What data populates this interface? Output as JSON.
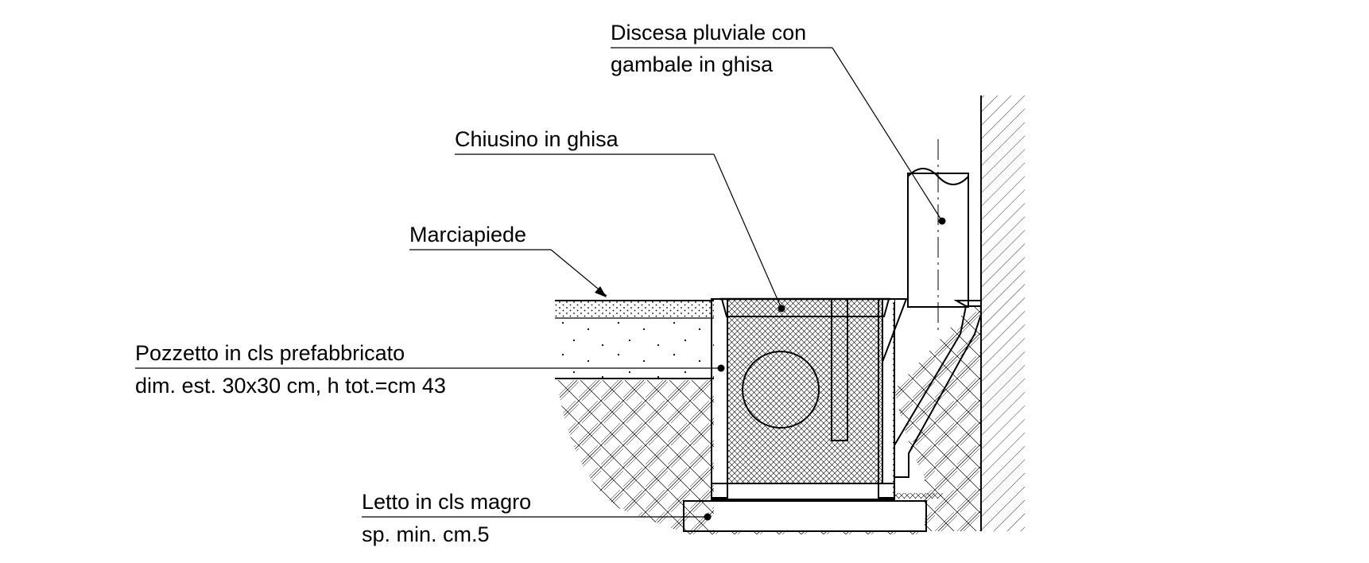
{
  "labels": {
    "discesa_line1": "Discesa pluviale con",
    "discesa_line2": "gambale in ghisa",
    "chiusino": "Chiusino in ghisa",
    "marciapiede": "Marciapiede",
    "pozzetto_line1": "Pozzetto in cls prefabbricato",
    "pozzetto_line2": "dim. est. 30x30 cm, h tot.=cm 43",
    "letto_line1": "Letto in cls magro",
    "letto_line2": "sp. min. cm.5"
  },
  "colors": {
    "ink": "#000000",
    "paper": "#ffffff"
  }
}
